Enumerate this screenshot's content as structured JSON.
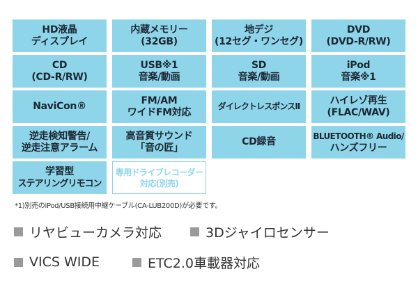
{
  "colors": {
    "tile": "#8fd5e9",
    "tile_text": "#1c2733",
    "outline": "#8fd5e9",
    "bullet": "#9a9a9a",
    "text": "#333333"
  },
  "tiles": [
    {
      "lines": [
        "HD液晶",
        "ディスプレイ"
      ]
    },
    {
      "lines": [
        "内蔵メモリー",
        "(32GB)"
      ]
    },
    {
      "lines": [
        "地デジ",
        "(12セグ・ワンセグ)"
      ]
    },
    {
      "lines": [
        "DVD",
        "(DVD-R/RW)"
      ]
    },
    {
      "lines": [
        "CD",
        "(CD-R/RW)"
      ]
    },
    {
      "lines": [
        "USB※1",
        "音楽/動画"
      ]
    },
    {
      "lines": [
        "SD",
        "音楽/動画"
      ]
    },
    {
      "lines": [
        "iPod",
        "音楽※1"
      ]
    },
    {
      "lines": [
        "NaviCon®"
      ]
    },
    {
      "lines": [
        "FM/AM",
        "ワイドFM対応"
      ]
    },
    {
      "lines": [
        "ダイレクトレスポンスⅡ"
      ]
    },
    {
      "lines": [
        "ハイレゾ再生",
        "(FLAC/WAV)"
      ]
    },
    {
      "lines": [
        "逆走検知警告/",
        "逆走注意アラーム"
      ]
    },
    {
      "lines": [
        "高音質サウンド",
        "「音の匠」"
      ]
    },
    {
      "lines": [
        "CD録音"
      ]
    },
    {
      "lines": [
        "BLUETOOTH® Audio/",
        "ハンズフリー"
      ]
    },
    {
      "lines": [
        "学習型",
        "ステアリングリモコン"
      ]
    },
    {
      "lines": [
        "専用ドライブレコーダー",
        "対応(別売)"
      ]
    }
  ],
  "footnote": "*1)別売のiPod/USB接続用中継ケーブル(CA-LUB200D)が必要です。",
  "features": [
    "リヤビューカメラ対応",
    "3Dジャイロセンサー",
    "VICS WIDE",
    "ETC2.0車載器対応"
  ]
}
